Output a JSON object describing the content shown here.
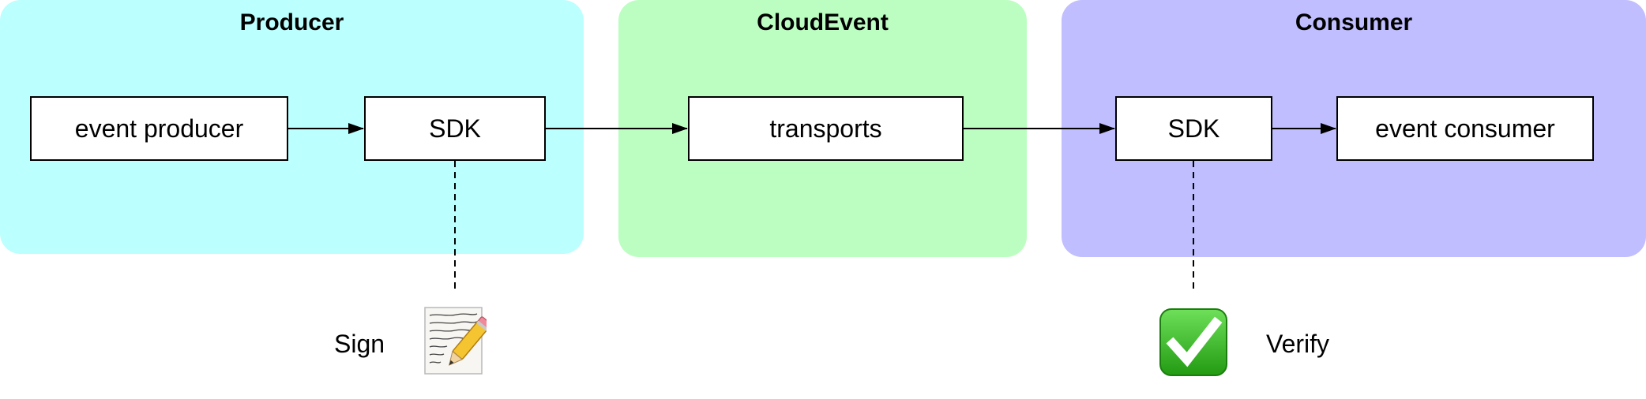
{
  "colors": {
    "producer_zone": "#bbfffe",
    "cloudevent_zone": "#bcfec2",
    "consumer_zone": "#c0befe",
    "check_green": "#2fb81a",
    "pencil_yellow": "#f5c431"
  },
  "zones": {
    "producer": {
      "title": "Producer"
    },
    "cloudevent": {
      "title": "CloudEvent"
    },
    "consumer": {
      "title": "Consumer"
    }
  },
  "nodes": {
    "event_producer": "event producer",
    "producer_sdk": "SDK",
    "transports": "transports",
    "consumer_sdk": "SDK",
    "event_consumer": "event consumer"
  },
  "annotations": {
    "sign": {
      "label": "Sign",
      "icon": "signed-document-pencil-icon"
    },
    "verify": {
      "label": "Verify",
      "icon": "green-check-mark-icon"
    }
  },
  "edges": [
    {
      "from": "event producer",
      "to": "SDK",
      "style": "arrow"
    },
    {
      "from": "SDK",
      "to": "transports",
      "style": "arrow"
    },
    {
      "from": "transports",
      "to": "SDK",
      "style": "arrow"
    },
    {
      "from": "SDK",
      "to": "event consumer",
      "style": "arrow"
    },
    {
      "from": "SDK",
      "to": "Sign",
      "style": "dashed"
    },
    {
      "from": "SDK",
      "to": "Verify",
      "style": "dashed"
    }
  ]
}
